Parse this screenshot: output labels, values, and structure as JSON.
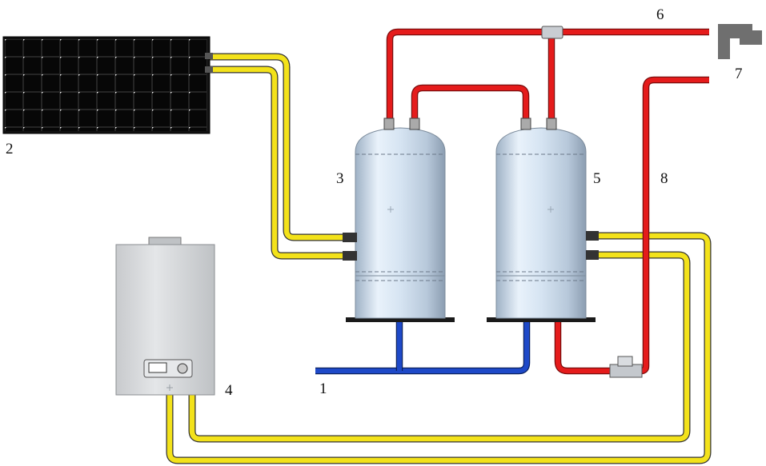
{
  "labels": {
    "cold_inlet": "1",
    "solar_panel": "2",
    "tank_left": "3",
    "boiler": "4",
    "tank_right": "5",
    "hot_outlet": "6",
    "faucet": "7",
    "recirculation": "8"
  },
  "colors": {
    "hot_pipe": "#e51b1b",
    "cold_pipe": "#1e49c8",
    "solar_loop": "#f3e21a",
    "pipe_outline": "#333333",
    "tank_body": "#cfe0f0",
    "boiler_body": "#d9dbde",
    "panel_cell": "#0c0c0c",
    "faucet": "#6f6f6f"
  },
  "icons": {
    "faucet": "faucet-icon",
    "pump": "circulation-pump-icon",
    "tee": "tee-fitting-icon",
    "boiler_display": "boiler-control-panel-icon"
  }
}
